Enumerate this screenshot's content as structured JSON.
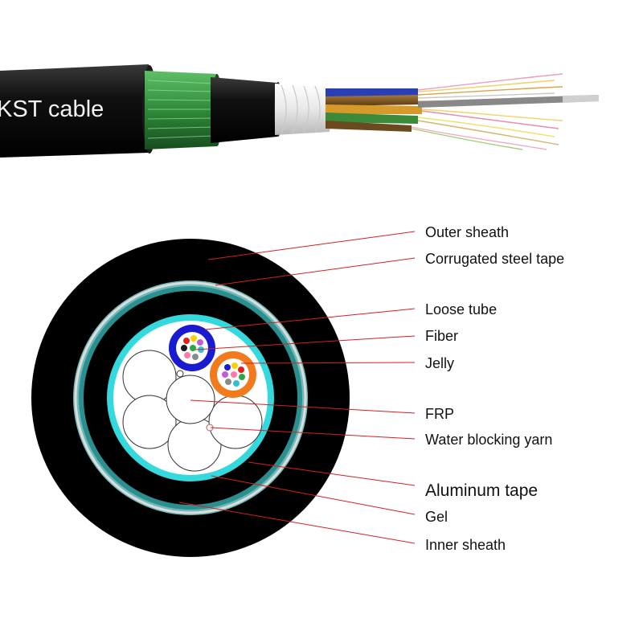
{
  "cable_title": "KST cable",
  "labels": [
    {
      "id": "outer-sheath",
      "text": "Outer sheath"
    },
    {
      "id": "corrugated-steel-tape",
      "text": "Corrugated steel tape"
    },
    {
      "id": "loose-tube",
      "text": "Loose tube"
    },
    {
      "id": "fiber",
      "text": "Fiber"
    },
    {
      "id": "jelly",
      "text": "Jelly"
    },
    {
      "id": "frp",
      "text": "FRP"
    },
    {
      "id": "water-blocking-yarn",
      "text": "Water blocking yarn"
    },
    {
      "id": "aluminum-tape",
      "text": "Aluminum tape"
    },
    {
      "id": "gel",
      "text": "Gel"
    },
    {
      "id": "inner-sheath",
      "text": "Inner sheath"
    }
  ],
  "colors": {
    "sheath": "#0a0a0a",
    "steel_tape": "#3aa7a7",
    "aluminum_tape": "#33d9dc",
    "leader_line": "#d42020",
    "loose_tube_blue": "#1a1ad0",
    "loose_tube_orange": "#f07a1c",
    "armor_green": "#2f8a3a"
  }
}
